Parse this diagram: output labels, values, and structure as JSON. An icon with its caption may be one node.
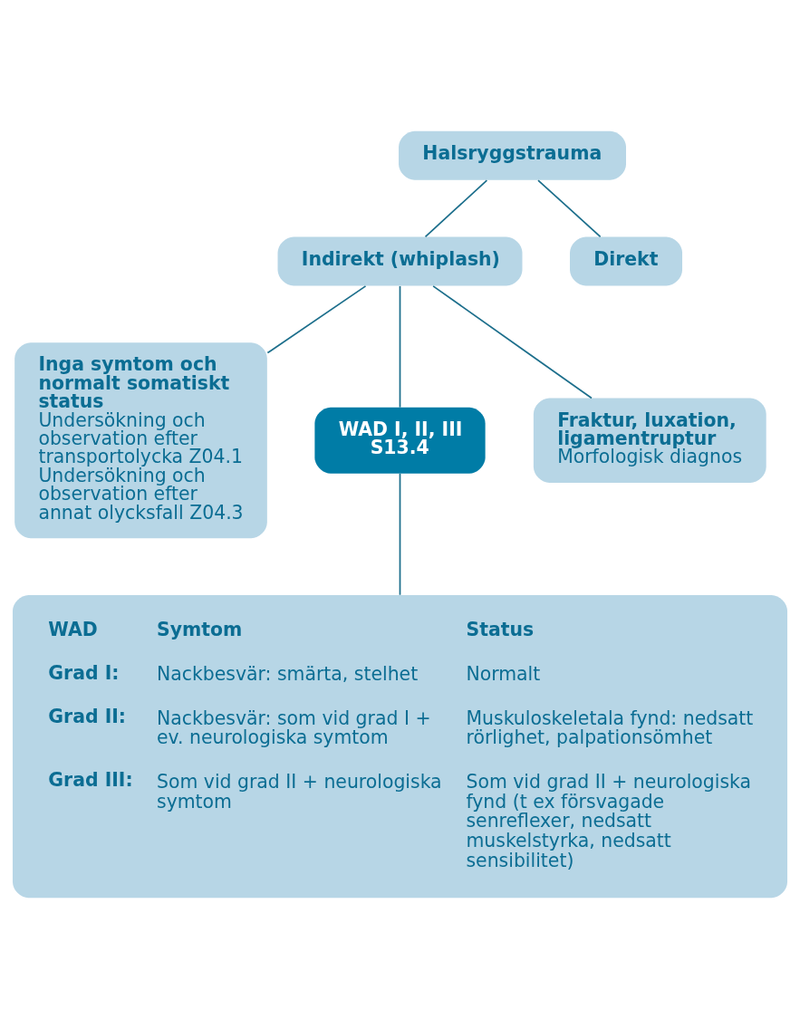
{
  "diagram": {
    "nodes": [
      {
        "text": [
          "Halsryggstrauma"
        ]
      },
      {
        "text": [
          "Indirekt (whiplash)"
        ]
      },
      {
        "text": [
          "Direkt"
        ]
      },
      {
        "text": [
          "Inga symtom och normalt somatiskt status",
          "Undersökning och observation efter transportolycka Z04.1",
          "Undersökning och observation efter annat olycksfall Z04.3"
        ]
      },
      {
        "text": [
          "WAD I, II, III",
          "S13.4"
        ]
      },
      {
        "text": [
          "Fraktur, luxation, ligamentruptur",
          "Morfologisk diagnos"
        ]
      },
      {
        "text": [
          "WAD",
          "Symtom",
          "Status",
          "Grad I:",
          "Nackbesvär: smärta, stelhet",
          "Normalt",
          "Grad II:",
          "Nackbesvär: som vid grad I + ev. neurologiska symtom",
          "Muskuloskeletala fynd: nedsatt rörlighet, palpationsömhet",
          "Grad III:",
          "Som vid grad II + neurologiska symtom",
          "Som vid grad II + neurologiska fynd (t ex försvagade senreflexer, nedsatt muskelstyrka, nedsatt sensibilitet)"
        ]
      }
    ],
    "edges": [
      {
        "from": 0,
        "to": 1,
        "arrow": "none"
      },
      {
        "from": 0,
        "to": 2,
        "arrow": "none"
      },
      {
        "from": 1,
        "to": 3,
        "arrow": "none"
      },
      {
        "from": 1,
        "to": 4,
        "arrow": "none"
      },
      {
        "from": 1,
        "to": 5,
        "arrow": "none"
      },
      {
        "from": 4,
        "to": 6,
        "arrow": "none"
      }
    ]
  }
}
